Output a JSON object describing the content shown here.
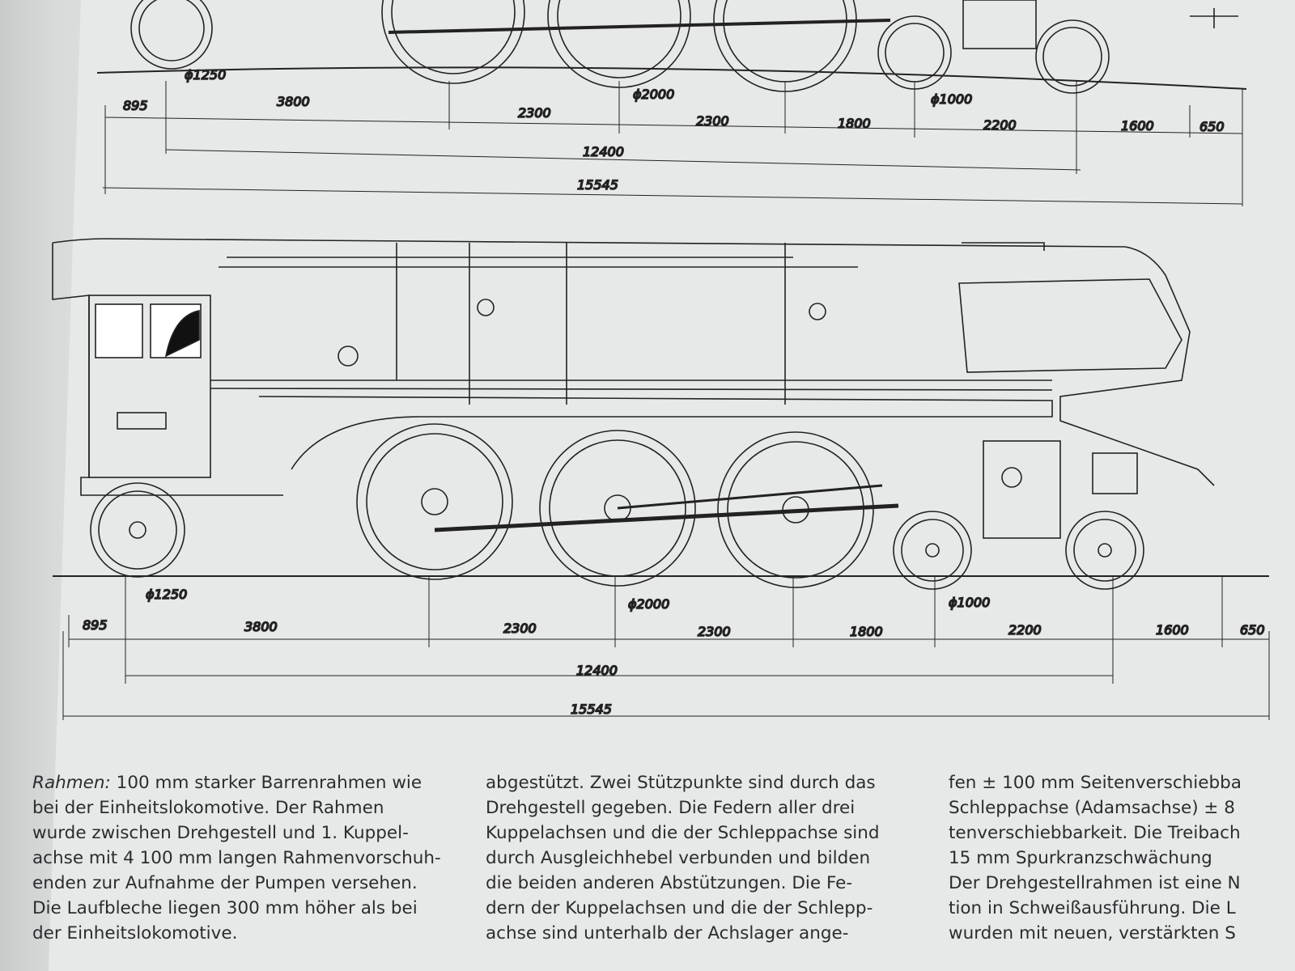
{
  "drawing_top": {
    "diameters": [
      "ϕ1250",
      "ϕ2000",
      "ϕ1000"
    ],
    "dims": [
      "895",
      "3800",
      "2300",
      "2300",
      "1800",
      "2200",
      "1600",
      "650"
    ],
    "wheelbase": "12400",
    "overall": "15545"
  },
  "drawing_bottom": {
    "diameters": [
      "ϕ1250",
      "ϕ2000",
      "ϕ1000"
    ],
    "dims": [
      "895",
      "3800",
      "2300",
      "2300",
      "1800",
      "2200",
      "1600",
      "650"
    ],
    "wheelbase": "12400",
    "overall": "15545"
  },
  "text": {
    "col1": {
      "heading": "Rahmen:",
      "lines": [
        "100 mm starker Barrenrahmen wie",
        "bei der Einheitslokomotive. Der Rahmen",
        "wurde zwischen Drehgestell und 1. Kuppel-",
        "achse mit 4 100 mm langen Rahmenvorschuh-",
        "enden zur Aufnahme der Pumpen versehen.",
        "Die Laufbleche liegen 300 mm höher als bei",
        "der Einheitslokomotive."
      ]
    },
    "col2": {
      "lines": [
        "abgestützt. Zwei Stützpunkte sind durch das",
        "Drehgestell gegeben. Die Federn aller drei",
        "Kuppelachsen und die der Schleppachse sind",
        "durch Ausgleichhebel verbunden und bilden",
        "die beiden anderen Abstützungen. Die Fe-",
        "dern der Kuppelachsen und die der Schlepp-",
        "achse sind unterhalb der Achslager ange-"
      ]
    },
    "col3": {
      "lines": [
        "fen ± 100 mm  Seitenverschiebba",
        "Schleppachse (Adamsachse) ± 8",
        "tenverschiebbarkeit. Die Treibach",
        "15 mm  Spurkranzschwächung",
        "Der Drehgestellrahmen ist eine N",
        "tion in Schweißausführung. Die L",
        "wurden mit neuen, verstärkten S"
      ]
    }
  }
}
